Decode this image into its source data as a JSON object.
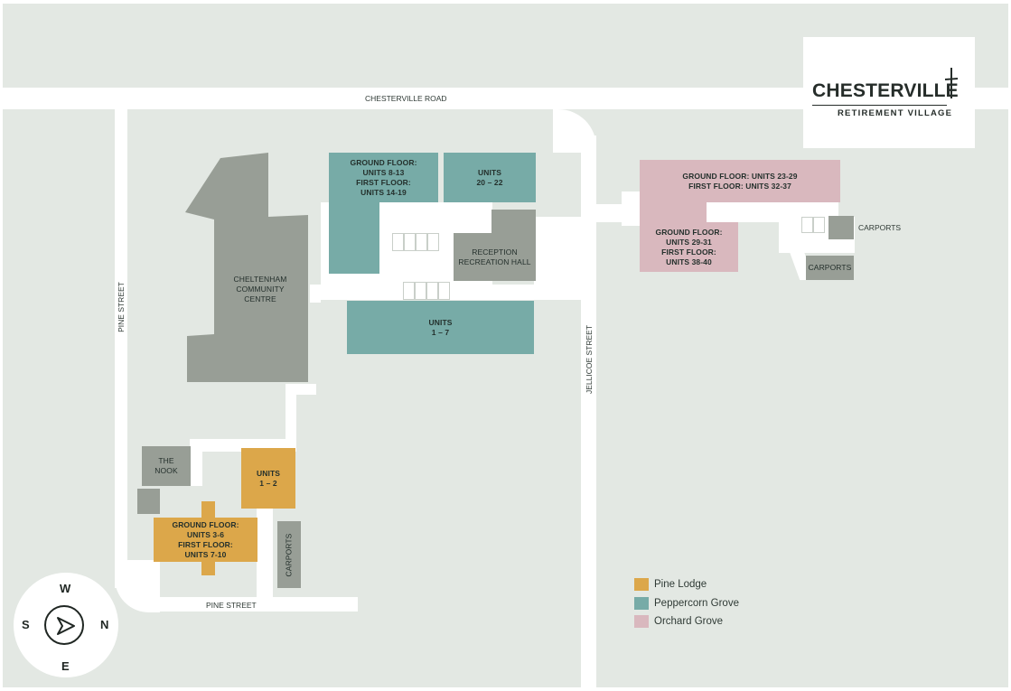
{
  "roads": {
    "chesterville_road": "CHESTERVILLE ROAD",
    "pine_street_west": "PINE STREET",
    "pine_street_south": "PINE STREET",
    "jellicoe_street": "JELLICOE STREET"
  },
  "buildings": {
    "community_centre": [
      "CHELTENHAM",
      "COMMUNITY",
      "CENTRE"
    ],
    "peppercorn_units_8_19": [
      "GROUND FLOOR:",
      "UNITS 8-13",
      "FIRST FLOOR:",
      "UNITS 14-19"
    ],
    "peppercorn_units_20_22": [
      "UNITS",
      "20 – 22"
    ],
    "reception_hall": [
      "RECEPTION",
      "RECREATION HALL"
    ],
    "peppercorn_units_1_7": [
      "UNITS",
      "1 – 7"
    ],
    "orchard_units_23_37": [
      "GROUND FLOOR: UNITS 23-29",
      "FIRST FLOOR: UNITS 32-37"
    ],
    "orchard_units_29_40": [
      "GROUND FLOOR:",
      "UNITS 29-31",
      "FIRST FLOOR:",
      "UNITS 38-40"
    ],
    "carports_east_1": "CARPORTS",
    "carports_east_2": "CARPORTS",
    "the_nook": [
      "THE",
      "NOOK"
    ],
    "pine_units_1_2": [
      "UNITS",
      "1 – 2"
    ],
    "pine_units_3_10": [
      "GROUND FLOOR:",
      "UNITS 3-6",
      "FIRST FLOOR:",
      "UNITS 7-10"
    ],
    "carports_pine": "CARPORTS"
  },
  "logo": {
    "name": "CHESTERVILLE",
    "subtitle": "RETIREMENT VILLAGE"
  },
  "legend": [
    {
      "label": "Pine Lodge",
      "color": "#dca74a"
    },
    {
      "label": "Peppercorn Grove",
      "color": "#77aba7"
    },
    {
      "label": "Orchard Grove",
      "color": "#d9b8be"
    }
  ],
  "compass": {
    "north": "N",
    "south": "S",
    "east": "E",
    "west": "W"
  },
  "colors": {
    "ground": "#e3e8e3",
    "road": "#ffffff",
    "community_building": "#989e96",
    "peppercorn_grove": "#77aba7",
    "orchard_grove": "#d9b8be",
    "pine_lodge": "#dca74a"
  }
}
